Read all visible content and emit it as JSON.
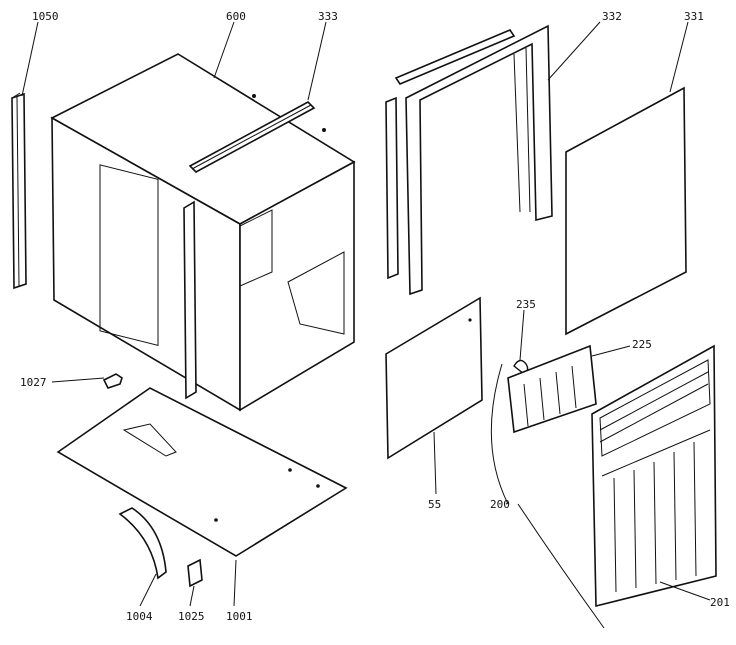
{
  "callouts": {
    "p1050": "1050",
    "p600": "600",
    "p333": "333",
    "p332": "332",
    "p331": "331",
    "p235": "235",
    "p225": "225",
    "p1027": "1027",
    "p55": "55",
    "p200": "200",
    "p201": "201",
    "p1004": "1004",
    "p1025": "1025",
    "p1001": "1001"
  }
}
